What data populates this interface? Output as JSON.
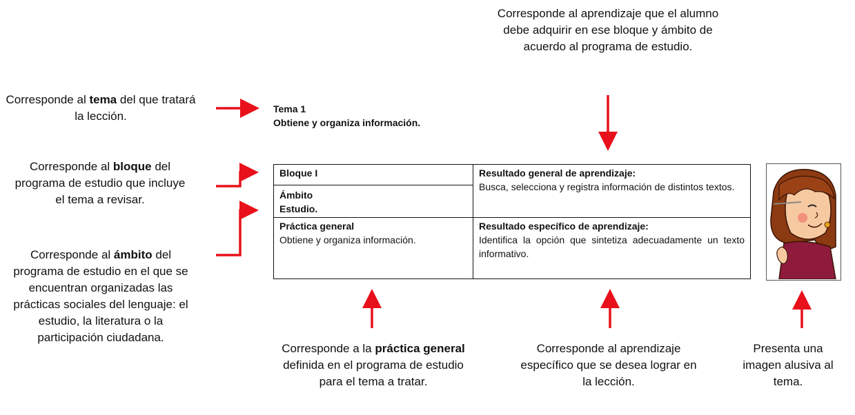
{
  "notes": {
    "learning_result": "Corresponde al aprendizaje que el alumno debe adquirir en ese bloque y ámbito de acuerdo al programa de estudio.",
    "tema": {
      "before": "Corresponde al ",
      "bold": "tema",
      "after": " del que tratará la lección."
    },
    "bloque": {
      "before": "Corresponde al ",
      "bold": "bloque",
      "after": " del programa de estudio que incluye el tema a revisar."
    },
    "ambito": {
      "before": "Corresponde al ",
      "bold": "ámbito",
      "after": " del programa de estudio en el que se encuentran organizadas las prácticas sociales del lenguaje: el estudio, la literatura o la participación ciudadana."
    },
    "practica": {
      "before": "Corresponde a la ",
      "bold": "práctica general",
      "after": " definida en el programa de estudio para el tema a tratar."
    },
    "especifico": "Corresponde al aprendizaje específico que se desea lograr en la lección.",
    "imagen": "Presenta una imagen alusiva al tema."
  },
  "lesson": {
    "tema_label": "Tema 1",
    "tema_title": "Obtiene y organiza información."
  },
  "card": {
    "bloque": "Bloque I",
    "ambito_label": "Ámbito",
    "ambito_value": "Estudio.",
    "practica_label": "Práctica general",
    "practica_value": "Obtiene y organiza información.",
    "rga_label": "Resultado general de aprendizaje:",
    "rga_value": "Busca, selecciona y registra información de distintos textos.",
    "rea_label": "Resultado específico de aprendizaje:",
    "rea_value": "Identifica la opción que sintetiza adecuadamente un texto informativo."
  },
  "colors": {
    "arrow": "#e8101a",
    "text": "#111111"
  }
}
